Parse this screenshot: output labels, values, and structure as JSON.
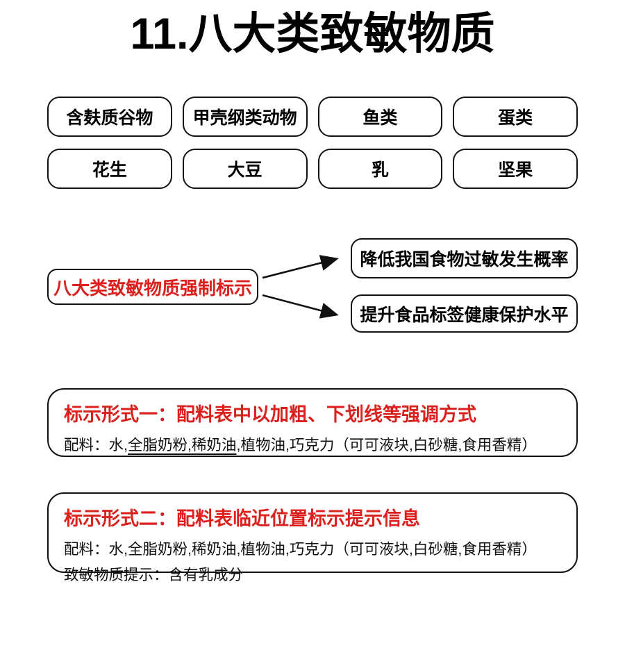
{
  "title": "11.八大类致敏物质",
  "allergens": [
    "含麸质谷物",
    "甲壳纲类动物",
    "鱼类",
    "蛋类",
    "花生",
    "大豆",
    "乳",
    "坚果"
  ],
  "flow": {
    "source": "八大类致敏物质强制标示",
    "targets": [
      "降低我国食物过敏发生概率",
      "提升食品标签健康保护水平"
    ]
  },
  "forms": [
    {
      "heading": "标示形式一：配料表中以加粗、下划线等强调方式",
      "ingredients_prefix": "配料：水,",
      "ingredients_emphasized": "全脂奶粉,稀奶油",
      "ingredients_suffix": ",植物油,巧克力（可可液块,白砂糖,食用香精）"
    },
    {
      "heading": "标示形式二：配料表临近位置标示提示信息",
      "ingredients": "配料：水,全脂奶粉,稀奶油,植物油,巧克力（可可液块,白砂糖,食用香精）",
      "allergen_note": "致敏物质提示：含有乳成分"
    }
  ],
  "colors": {
    "accent_red": "#dc201d",
    "ink_black": "#111111"
  }
}
